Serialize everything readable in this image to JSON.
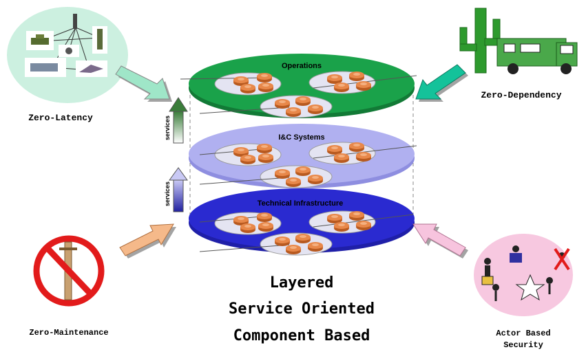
{
  "layers": [
    {
      "title": "Operations",
      "color": "#1aa24a"
    },
    {
      "title": "I&C Systems",
      "color": "#a9a9ee"
    },
    {
      "title": "Technical Infrastructure",
      "color": "#2a2ad0"
    }
  ],
  "services_labels": [
    "services",
    "services"
  ],
  "corners": {
    "top_left": "Zero-Latency",
    "top_right": "Zero-Dependency",
    "bottom_left": "Zero-Maintenance",
    "bottom_right_line1": "Actor Based",
    "bottom_right_line2": "Security"
  },
  "tagline": [
    "Layered",
    "Service Oriented",
    "Component Based"
  ],
  "colors": {
    "component": "#e8884a",
    "arrow_top_left": "#9fe6c8",
    "arrow_top_right": "#14c29a",
    "arrow_bottom_left": "#f5b98a",
    "arrow_bottom_right": "#f7c4de"
  }
}
